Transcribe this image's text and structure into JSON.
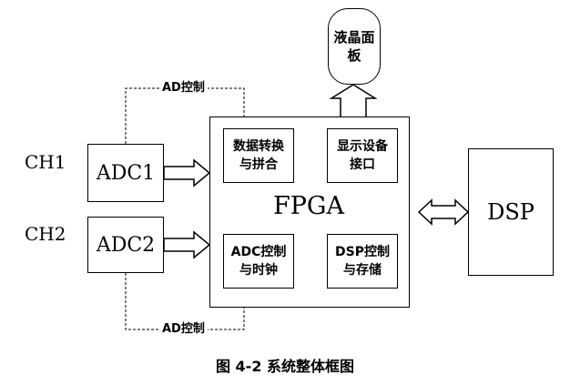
{
  "lcd": {
    "label_line1": "液晶面",
    "label_line2": "板"
  },
  "fpga": {
    "label": "FPGA"
  },
  "modules": {
    "data_conv": {
      "line1": "数据转换",
      "line2": "与拼合"
    },
    "display_if": {
      "line1": "显示设备",
      "line2": "接口"
    },
    "adc_ctrl": {
      "line1": "ADC控制",
      "line2": "与时钟"
    },
    "dsp_ctrl": {
      "line1": "DSP控制",
      "line2": "与存储"
    }
  },
  "adc1": {
    "label": "ADC1"
  },
  "adc2": {
    "label": "ADC2"
  },
  "ch1": {
    "label": "CH1"
  },
  "ch2": {
    "label": "CH2"
  },
  "dsp": {
    "label": "DSP"
  },
  "ad_ctrl_top": {
    "label": "AD控制"
  },
  "ad_ctrl_bottom": {
    "label": "AD控制"
  },
  "caption": {
    "text": "图 4-2 系统整体框图"
  }
}
